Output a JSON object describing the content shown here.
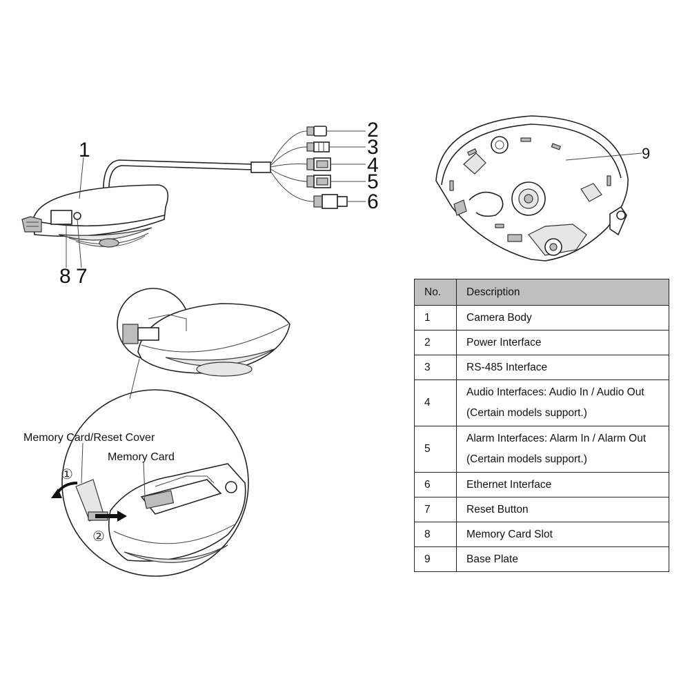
{
  "callouts": {
    "c1": "1",
    "c2": "2",
    "c3": "3",
    "c4": "4",
    "c5": "5",
    "c6": "6",
    "c7": "7",
    "c8": "8",
    "c9": "9"
  },
  "detail_labels": {
    "cover": "Memory Card/Reset Cover",
    "card": "Memory Card",
    "step1": "①",
    "step2": "②"
  },
  "table": {
    "headers": {
      "no": "No.",
      "description": "Description"
    },
    "rows": [
      {
        "no": "1",
        "line1": "Camera Body",
        "line2": ""
      },
      {
        "no": "2",
        "line1": "Power Interface",
        "line2": ""
      },
      {
        "no": "3",
        "line1": "RS-485 Interface",
        "line2": ""
      },
      {
        "no": "4",
        "line1": "Audio Interfaces: Audio In / Audio Out",
        "line2": "(Certain models support.)"
      },
      {
        "no": "5",
        "line1": "Alarm Interfaces: Alarm In / Alarm Out",
        "line2": "(Certain models support.)"
      },
      {
        "no": "6",
        "line1": "Ethernet Interface",
        "line2": ""
      },
      {
        "no": "7",
        "line1": "Reset Button",
        "line2": ""
      },
      {
        "no": "8",
        "line1": "Memory Card Slot",
        "line2": ""
      },
      {
        "no": "9",
        "line1": "Base Plate",
        "line2": ""
      }
    ]
  }
}
